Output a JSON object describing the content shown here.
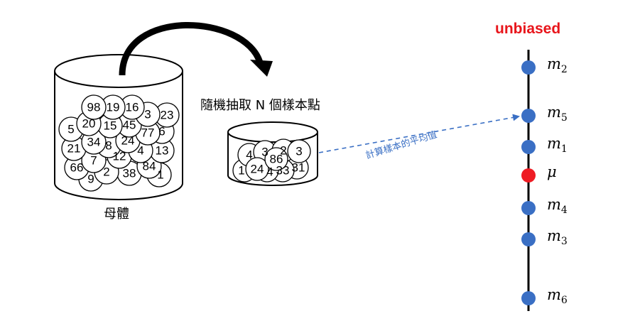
{
  "population": {
    "label": "母體",
    "balls": [
      "98",
      "19",
      "16",
      "3",
      "23",
      "20",
      "15",
      "45",
      "77",
      "6",
      "5",
      "34",
      "8",
      "24",
      "21",
      "12",
      "4",
      "13",
      "66",
      "7",
      "2",
      "38",
      "84",
      "1",
      "9"
    ]
  },
  "sample": {
    "label": "隨機抽取 N 個樣本點",
    "balls": [
      "4",
      "3",
      "2",
      "86",
      "3",
      "1",
      "24",
      "4",
      "33",
      "31"
    ]
  },
  "arrow_label": "計算樣本的平均值",
  "axis": {
    "title": "unbiased",
    "title_color": "#e8151b",
    "point_color": "#3a6fc4",
    "mu_color": "#ee1c24",
    "points": [
      {
        "base": "m",
        "sub": "2",
        "is_mu": false
      },
      {
        "base": "m",
        "sub": "5",
        "is_mu": false
      },
      {
        "base": "m",
        "sub": "1",
        "is_mu": false
      },
      {
        "base": "μ",
        "sub": "",
        "is_mu": true
      },
      {
        "base": "m",
        "sub": "4",
        "is_mu": false
      },
      {
        "base": "m",
        "sub": "3",
        "is_mu": false
      },
      {
        "base": "m",
        "sub": "6",
        "is_mu": false
      }
    ]
  }
}
